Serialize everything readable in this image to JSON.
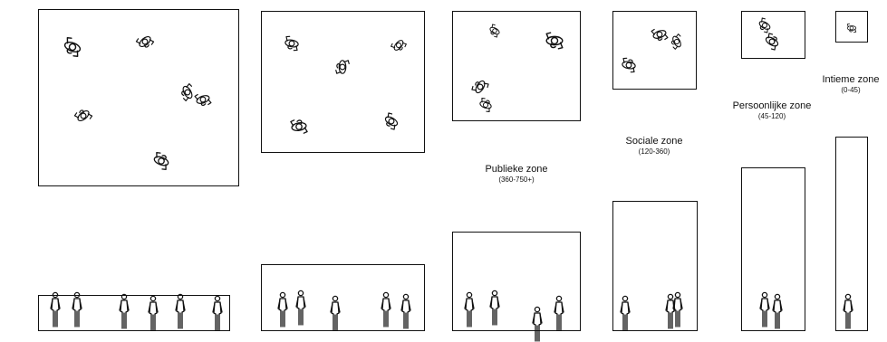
{
  "zones": [
    {
      "id": "publieke",
      "name": "Publieke zone",
      "range": "(360-750+)"
    },
    {
      "id": "sociale",
      "name": "Sociale zone",
      "range": "(120-360)"
    },
    {
      "id": "persoonlijke",
      "name": "Persoonlijke zone",
      "range": "(45-120)"
    },
    {
      "id": "intieme",
      "name": "Intieme zone",
      "range": "(0-45)"
    }
  ],
  "icons": {
    "top_view": "person-top-view-icon",
    "elevation": "person-elevation-icon"
  },
  "colors": {
    "line": "#111111",
    "background": "#ffffff"
  }
}
